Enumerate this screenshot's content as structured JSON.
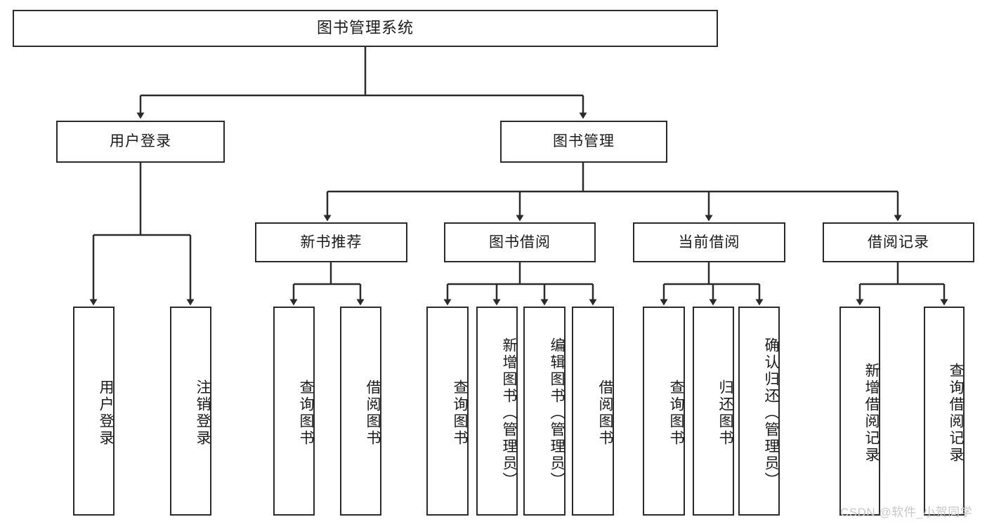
{
  "diagram": {
    "type": "hierarchy-tree",
    "title": "图书管理系统",
    "watermark": "CSDN @软件_小贺同学",
    "colors": {
      "stroke": "#2b2b2b",
      "fill": "#ffffff",
      "text": "#1a1a1a",
      "watermark": "#c8c8c8"
    },
    "root": {
      "label": "图书管理系统"
    },
    "level1": [
      {
        "label": "用户登录"
      },
      {
        "label": "图书管理"
      }
    ],
    "level2": [
      {
        "label": "新书推荐"
      },
      {
        "label": "图书借阅"
      },
      {
        "label": "当前借阅"
      },
      {
        "label": "借阅记录"
      }
    ],
    "leaves": {
      "user_login": [
        {
          "label": "用户登录"
        },
        {
          "label": "注销登录"
        }
      ],
      "new_book": [
        {
          "label": "查询图书"
        },
        {
          "label": "借阅图书"
        }
      ],
      "borrow_book": [
        {
          "label": "查询图书"
        },
        {
          "label": "新增图书（管理员）"
        },
        {
          "label": "编辑图书（管理员）"
        },
        {
          "label": "借阅图书"
        }
      ],
      "current_borrow": [
        {
          "label": "查询图书"
        },
        {
          "label": "归还图书"
        },
        {
          "label": "确认归还（管理员）"
        }
      ],
      "borrow_record": [
        {
          "label": "新增借阅记录"
        },
        {
          "label": "查询借阅记录"
        }
      ]
    }
  }
}
